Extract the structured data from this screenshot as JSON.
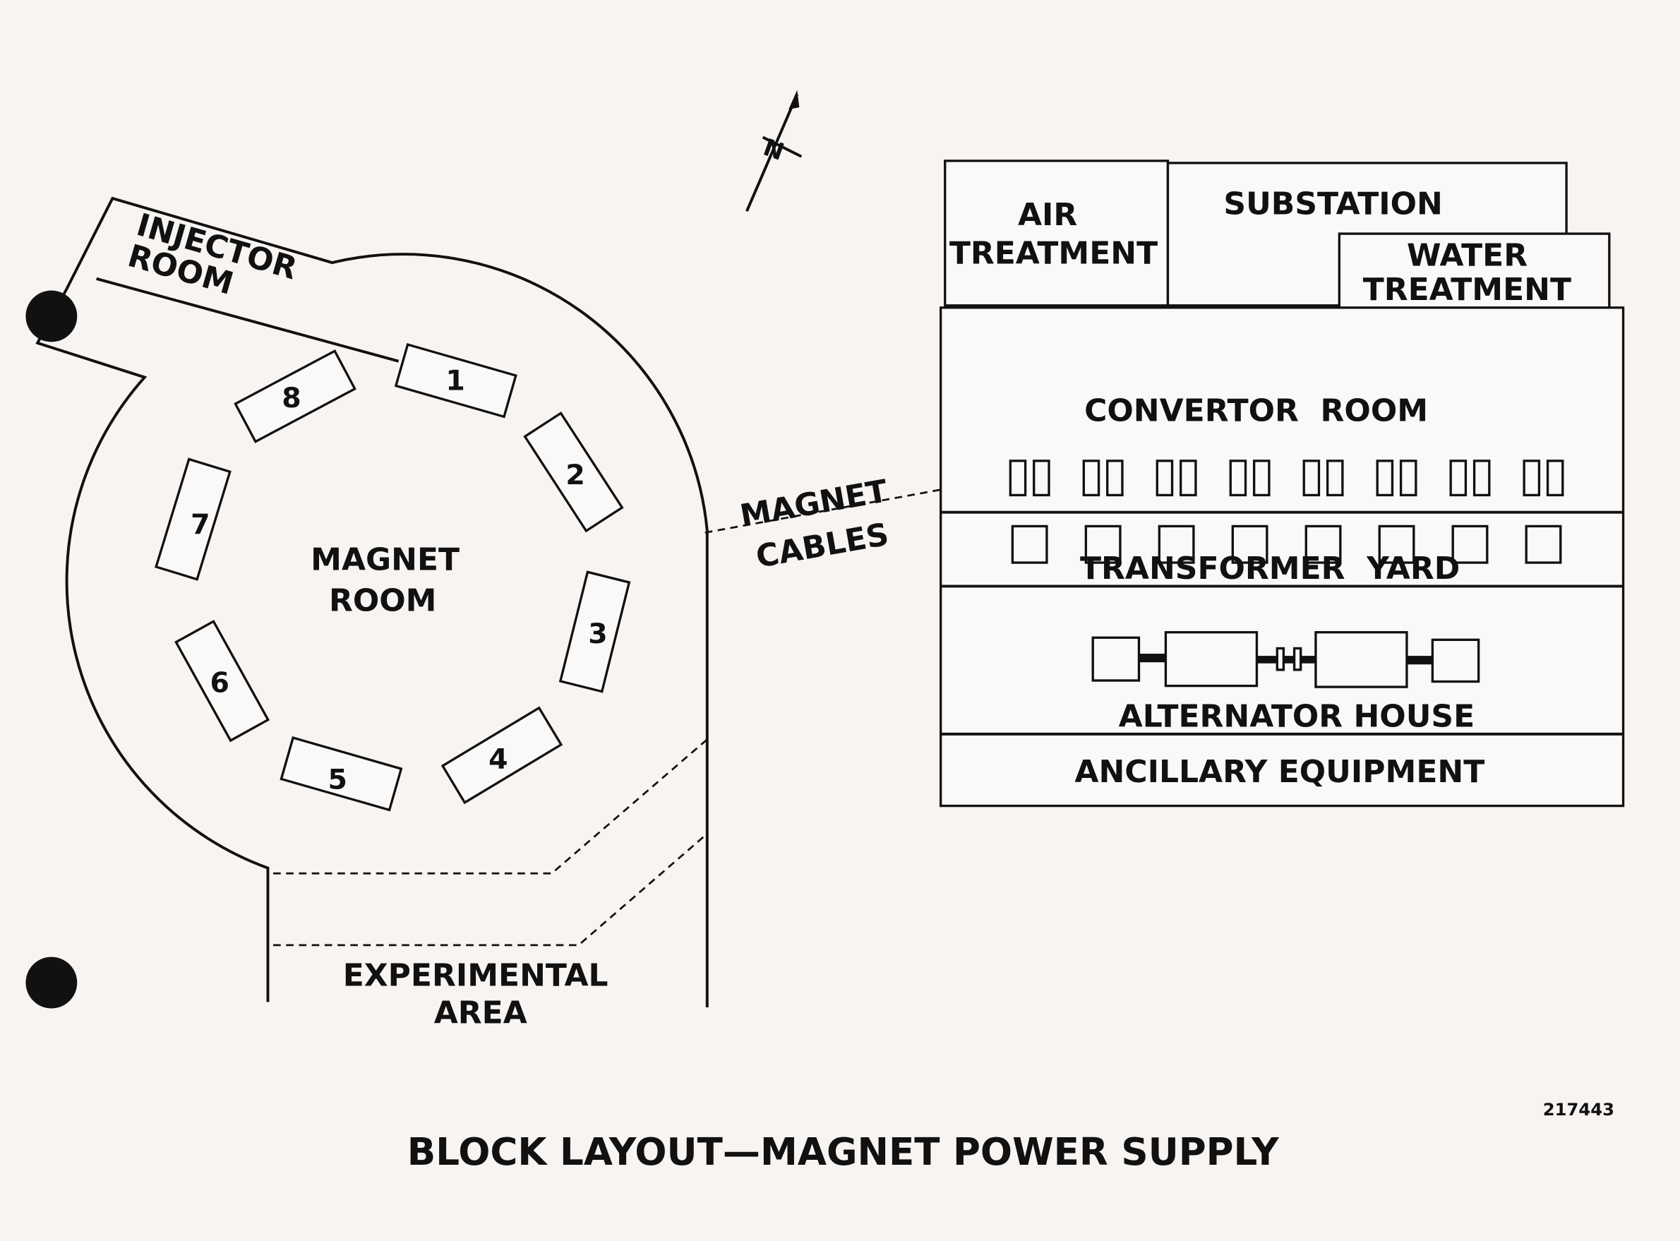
{
  "title": "BLOCK LAYOUT—MAGNET POWER SUPPLY",
  "reference_number": "217443",
  "north_label": "N",
  "rooms": {
    "injector": [
      "INJECTOR",
      "ROOM"
    ],
    "magnet": [
      "MAGNET",
      "ROOM"
    ],
    "experimental": [
      "EXPERIMENTAL",
      "AREA"
    ],
    "cables": [
      "MAGNET",
      "CABLES"
    ],
    "air": [
      "AIR",
      "TREATMENT"
    ],
    "substation": "SUBSTATION",
    "water": [
      "WATER",
      "TREATMENT"
    ],
    "convertor": "CONVERTOR  ROOM",
    "transformer": "TRANSFORMER  YARD",
    "alternator": "ALTERNATOR HOUSE",
    "ancillary": "ANCILLARY EQUIPMENT"
  },
  "magnets": [
    "1",
    "2",
    "3",
    "4",
    "5",
    "6",
    "7",
    "8"
  ]
}
